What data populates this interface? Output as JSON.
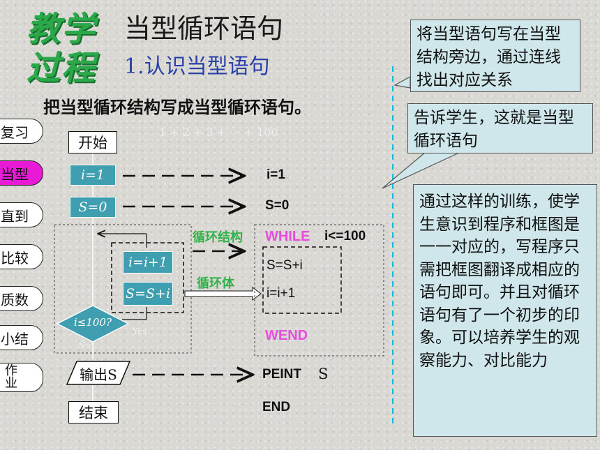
{
  "header": {
    "badge_line1": "教学",
    "badge_line2": "过程",
    "title": "当型循环语句",
    "subtitle": "1.认识当型语句"
  },
  "instruction": "把当型循环结构写成当型循环语句。",
  "nav": {
    "items": [
      {
        "label": "复习"
      },
      {
        "label": "当型"
      },
      {
        "label": "直到"
      },
      {
        "label": "比较"
      },
      {
        "label": "质数"
      },
      {
        "label": "小结"
      },
      {
        "label": "作业"
      }
    ],
    "active_index": 1
  },
  "flowchart": {
    "start": "开始",
    "ghost_formula": "1 + 2 + 3 + ··· + 100",
    "init_i": "i=1",
    "init_s": "S=0",
    "body_1": "i=i+1",
    "body_2": "S=S+i",
    "condition": "i≤100?",
    "yes": "Yes",
    "no": "No",
    "output": "输出S",
    "end": "结束",
    "label_loop_structure": "循环结构",
    "label_loop_body": "循环体"
  },
  "code": {
    "line_i": "i=1",
    "line_s": "S=0",
    "while_kw": "WHILE",
    "while_cond": "i<=100",
    "body_1": "S=S+i",
    "body_2": "i=i+1",
    "wend": "WEND",
    "print_kw": "PEINT",
    "print_arg": "S",
    "end": "END"
  },
  "callouts": [
    {
      "text": "将当型语句写在当型结构旁边，通过连线找出对应关系"
    },
    {
      "text": "告诉学生，这就是当型循环语句"
    },
    {
      "text": "通过这样的训练，使学生意识到程序和框图是一一对应的，写程序只需把框图翻译成相应的语句即可。并且对循环语句有了一个初步的印象。可以培养学生的观察能力、对比能力"
    }
  ],
  "colors": {
    "teal": "#3f9fb0",
    "pink": "#e84be0",
    "green": "#2fb24a",
    "nav_active": "#e81ad6",
    "callout_bg": "#cfe7ea"
  }
}
